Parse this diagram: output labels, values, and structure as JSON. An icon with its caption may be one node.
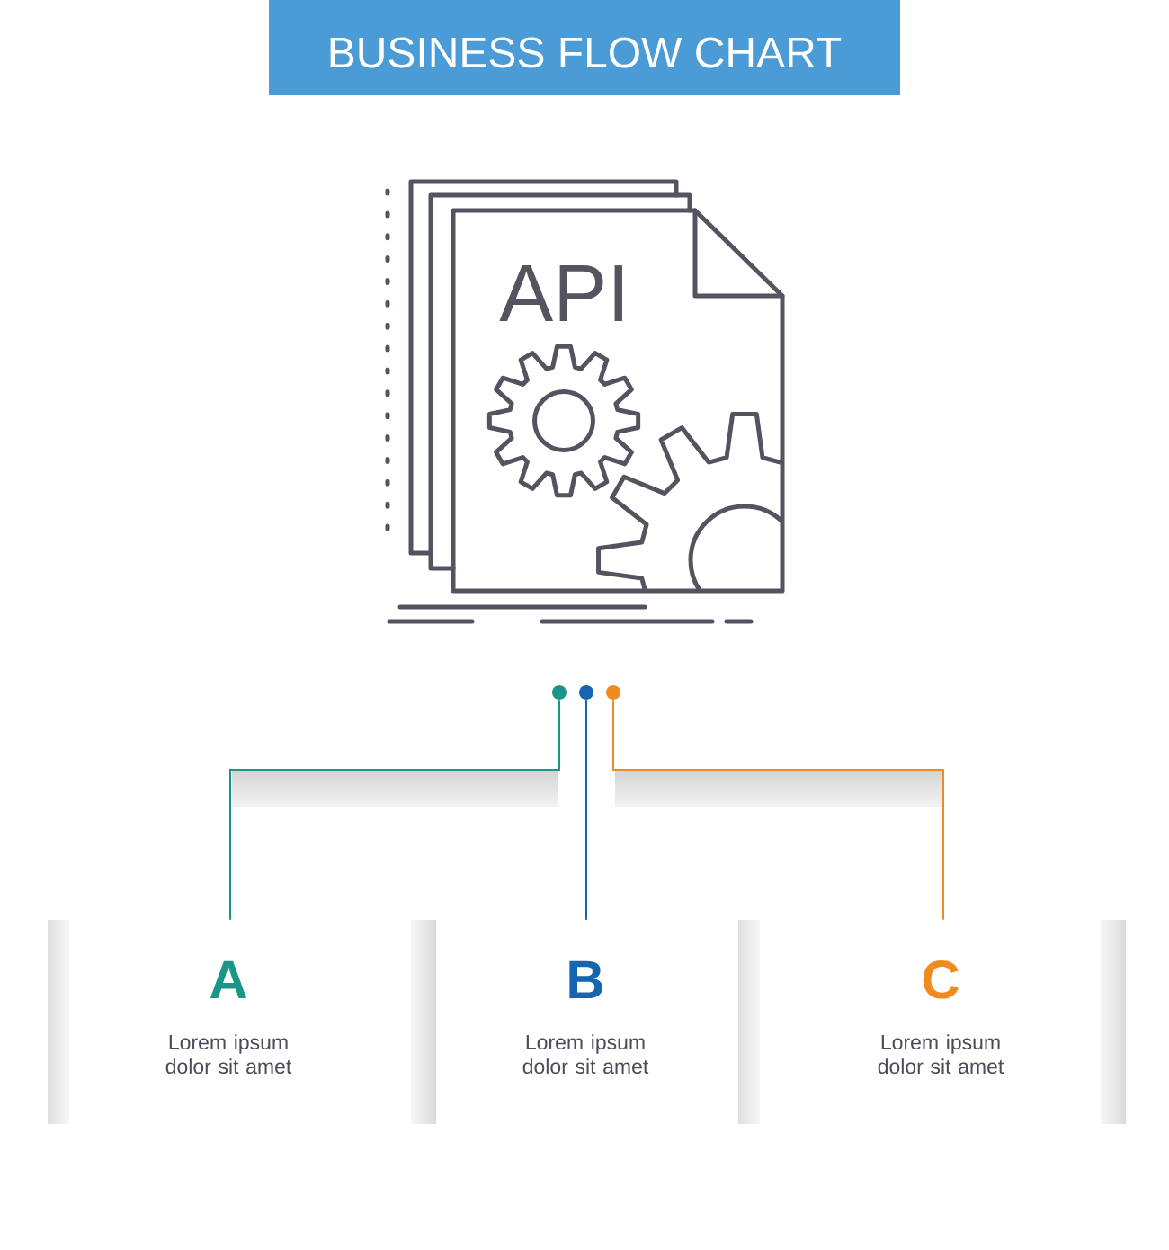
{
  "diagram": {
    "title": "BUSINESS FLOW CHART",
    "nodes": [
      {
        "text": [],
        "shape": "circle"
      },
      {
        "text": [],
        "shape": "circle"
      },
      {
        "text": [],
        "shape": "circle"
      },
      {
        "text": [
          "A",
          "Lorem ipsum dolor sit amet"
        ]
      },
      {
        "text": [
          "B",
          "Lorem ipsum dolor sit amet"
        ]
      },
      {
        "text": [
          "C",
          "Lorem ipsum dolor sit amet"
        ]
      }
    ],
    "edges": [
      {
        "from": 0,
        "to": 3,
        "arrow": "none",
        "color": "#1a9688"
      },
      {
        "from": 1,
        "to": 4,
        "arrow": "none",
        "color": "#1565b0"
      },
      {
        "from": 2,
        "to": 5,
        "arrow": "none",
        "color": "#f28b1e"
      }
    ],
    "labels": [
      "API"
    ]
  }
}
